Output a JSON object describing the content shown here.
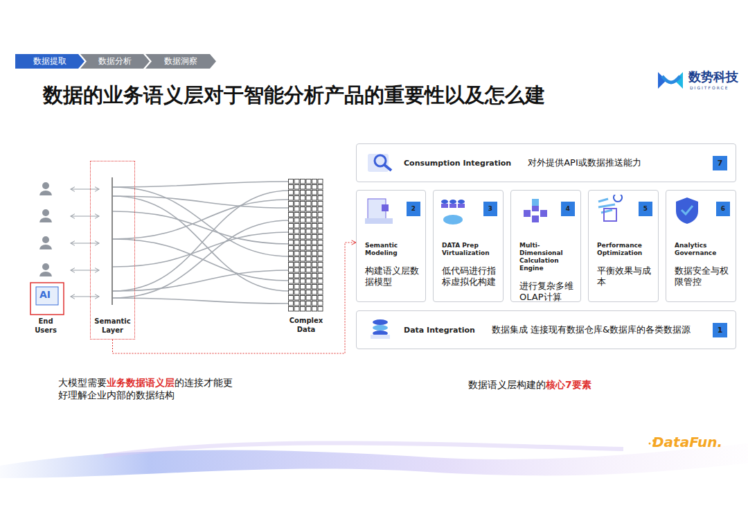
{
  "diagram": {
    "title": "数据的业务语义层对于智能分析产品的重要性以及怎么建",
    "nodes": [
      {
        "text": [
          "数据提取"
        ]
      },
      {
        "text": [
          "数据分析"
        ]
      },
      {
        "text": [
          "数据洞察"
        ]
      },
      {
        "text": [
          "Semantic Layer"
        ]
      },
      {
        "text": [
          "Complex Data"
        ]
      },
      {
        "text": [
          "Consumption Integration",
          "对外提供API或数据推送能力"
        ]
      },
      {
        "text": [
          "7"
        ],
        "in": 5
      },
      {
        "text": [
          "Semantic Modeling",
          "构建语义层数据模型"
        ]
      },
      {
        "text": [
          "2"
        ],
        "in": 7
      },
      {
        "text": [
          "DATA Prep Virtualization",
          "低代码进行指标虚拟化构建"
        ]
      },
      {
        "text": [
          "3"
        ],
        "in": 9
      },
      {
        "text": [
          "Multi-Dimensional Calculation Engine",
          "进行复杂多维OLAP计算"
        ]
      },
      {
        "text": [
          "4"
        ],
        "in": 11
      },
      {
        "text": [
          "Performance Optimization",
          "平衡效果与成本"
        ]
      },
      {
        "text": [
          "5"
        ],
        "in": 13
      },
      {
        "text": [
          "Analytics Governance",
          "数据安全与权限管控"
        ]
      },
      {
        "text": [
          "6"
        ],
        "in": 15
      },
      {
        "text": [
          "Data Integration",
          "数据集成 连接现有数据仓库&数据库的各类数据源"
        ]
      },
      {
        "text": [
          "1"
        ],
        "in": 17
      }
    ],
    "edges": [
      {
        "from": 3,
        "to": 7,
        "arrow": "to"
      }
    ],
    "labels": [
      "数势科技",
      "DIGITFORCE",
      "AI",
      "End Users",
      "大模型需要",
      "业务数据语义层",
      "的连接才能更好理解企业内部的数据结构",
      "数据语义层构建的",
      "核心7要素",
      "DataFun."
    ]
  }
}
